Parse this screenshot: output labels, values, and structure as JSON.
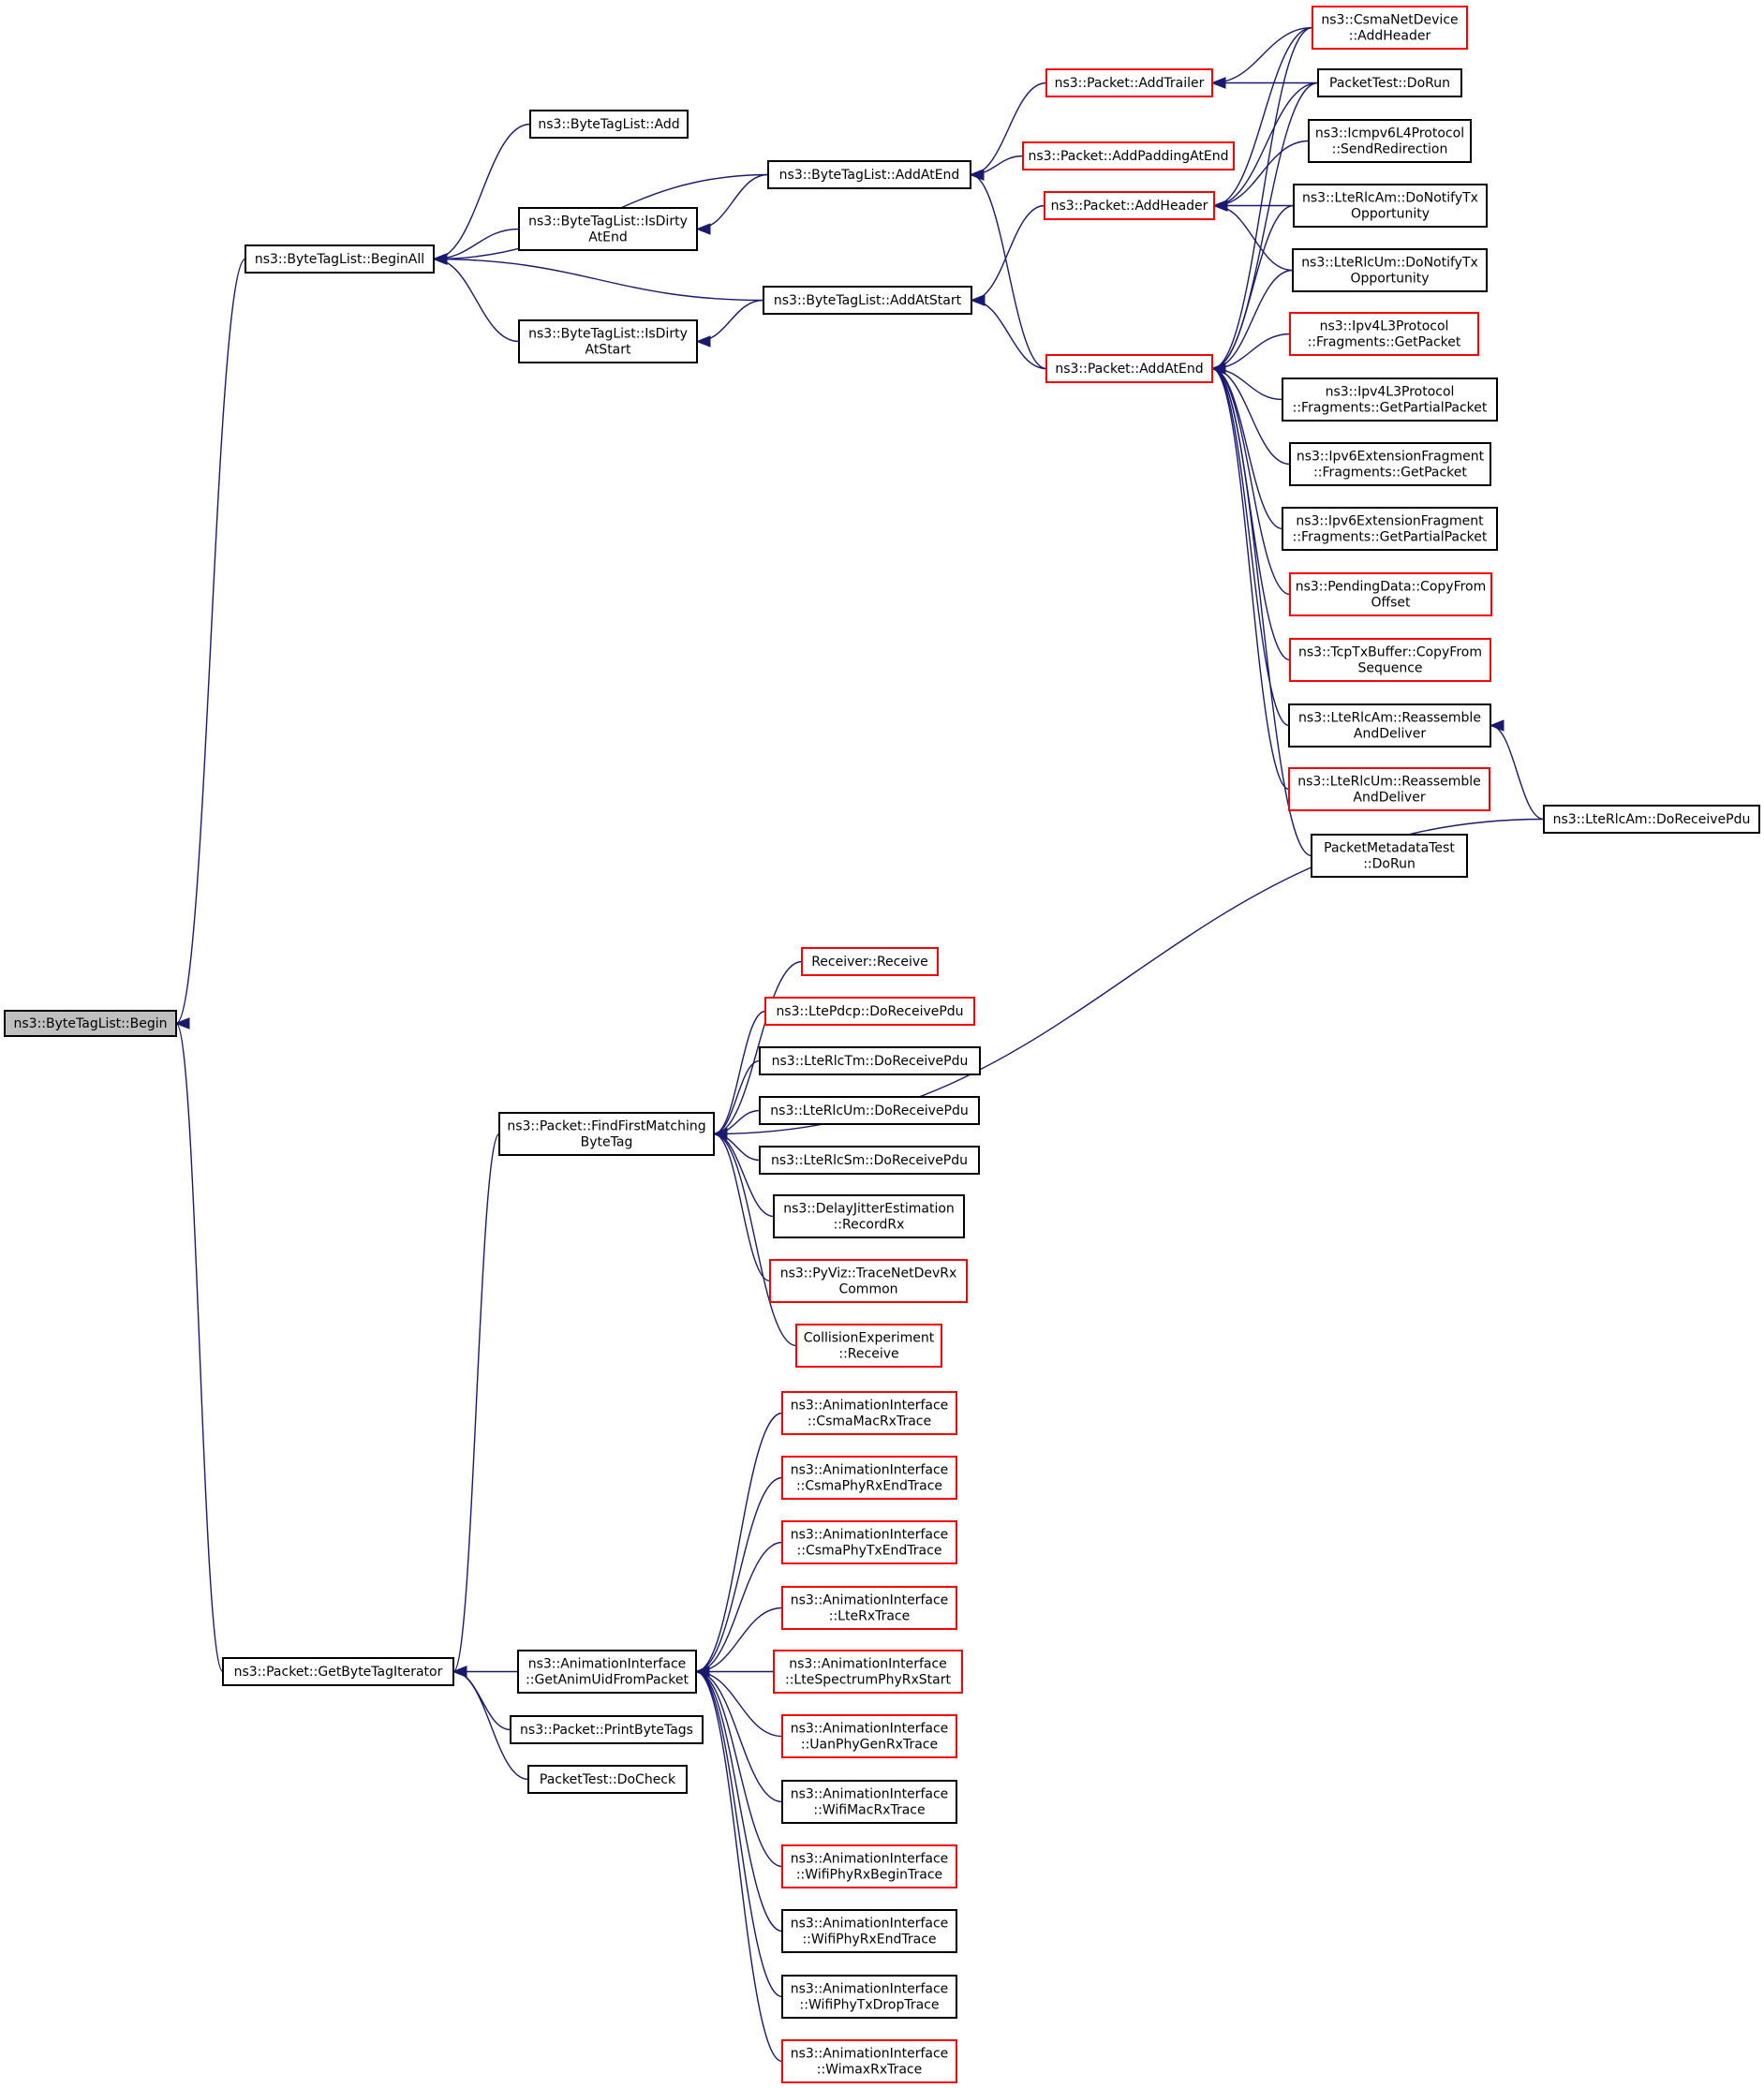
{
  "diagram": {
    "colors": {
      "edge": "#191970",
      "red_border": "#ff0000",
      "black_border": "#000000",
      "focus_fill": "#bfbfbf"
    },
    "nodes": [
      {
        "id": "begin",
        "lines": [
          "ns3::ByteTagList::Begin"
        ],
        "style": "focus"
      },
      {
        "id": "beginall",
        "lines": [
          "ns3::ByteTagList::BeginAll"
        ],
        "style": "black"
      },
      {
        "id": "add",
        "lines": [
          "ns3::ByteTagList::Add"
        ],
        "style": "black"
      },
      {
        "id": "dirtyend",
        "lines": [
          "ns3::ByteTagList::IsDirty",
          "AtEnd"
        ],
        "style": "black"
      },
      {
        "id": "dirtystart",
        "lines": [
          "ns3::ByteTagList::IsDirty",
          "AtStart"
        ],
        "style": "black"
      },
      {
        "id": "addatend",
        "lines": [
          "ns3::ByteTagList::AddAtEnd"
        ],
        "style": "black"
      },
      {
        "id": "addatstart",
        "lines": [
          "ns3::ByteTagList::AddAtStart"
        ],
        "style": "black"
      },
      {
        "id": "addtrailer",
        "lines": [
          "ns3::Packet::AddTrailer"
        ],
        "style": "red"
      },
      {
        "id": "addpadding",
        "lines": [
          "ns3::Packet::AddPaddingAtEnd"
        ],
        "style": "red"
      },
      {
        "id": "addheader",
        "lines": [
          "ns3::Packet::AddHeader"
        ],
        "style": "red"
      },
      {
        "id": "paddatend",
        "lines": [
          "ns3::Packet::AddAtEnd"
        ],
        "style": "red"
      },
      {
        "id": "csmaaddheader",
        "lines": [
          "ns3::CsmaNetDevice",
          "::AddHeader"
        ],
        "style": "red"
      },
      {
        "id": "packettestdorun",
        "lines": [
          "PacketTest::DoRun"
        ],
        "style": "black"
      },
      {
        "id": "icmpv6",
        "lines": [
          "ns3::Icmpv6L4Protocol",
          "::SendRedirection"
        ],
        "style": "black"
      },
      {
        "id": "rlcamnotify",
        "lines": [
          "ns3::LteRlcAm::DoNotifyTx",
          "Opportunity"
        ],
        "style": "black"
      },
      {
        "id": "rlcumnotify",
        "lines": [
          "ns3::LteRlcUm::DoNotifyTx",
          "Opportunity"
        ],
        "style": "black"
      },
      {
        "id": "ipv4getpacket",
        "lines": [
          "ns3::Ipv4L3Protocol",
          "::Fragments::GetPacket"
        ],
        "style": "red"
      },
      {
        "id": "ipv4getpartial",
        "lines": [
          "ns3::Ipv4L3Protocol",
          "::Fragments::GetPartialPacket"
        ],
        "style": "black"
      },
      {
        "id": "ipv6getpacket",
        "lines": [
          "ns3::Ipv6ExtensionFragment",
          "::Fragments::GetPacket"
        ],
        "style": "black"
      },
      {
        "id": "ipv6getpartial",
        "lines": [
          "ns3::Ipv6ExtensionFragment",
          "::Fragments::GetPartialPacket"
        ],
        "style": "black"
      },
      {
        "id": "pendingcopy",
        "lines": [
          "ns3::PendingData::CopyFrom",
          "Offset"
        ],
        "style": "red"
      },
      {
        "id": "tcpcopy",
        "lines": [
          "ns3::TcpTxBuffer::CopyFrom",
          "Sequence"
        ],
        "style": "red"
      },
      {
        "id": "rlcamreassemble",
        "lines": [
          "ns3::LteRlcAm::Reassemble",
          "AndDeliver"
        ],
        "style": "black"
      },
      {
        "id": "rlcumreassemble",
        "lines": [
          "ns3::LteRlcUm::Reassemble",
          "AndDeliver"
        ],
        "style": "red"
      },
      {
        "id": "pmtdorun",
        "lines": [
          "PacketMetadataTest",
          "::DoRun"
        ],
        "style": "black"
      },
      {
        "id": "rlcamreceive",
        "lines": [
          "ns3::LteRlcAm::DoReceivePdu"
        ],
        "style": "black"
      },
      {
        "id": "findfirst",
        "lines": [
          "ns3::Packet::FindFirstMatching",
          "ByteTag"
        ],
        "style": "black"
      },
      {
        "id": "receiver",
        "lines": [
          "Receiver::Receive"
        ],
        "style": "red"
      },
      {
        "id": "pdcp",
        "lines": [
          "ns3::LtePdcp::DoReceivePdu"
        ],
        "style": "red"
      },
      {
        "id": "rlctm",
        "lines": [
          "ns3::LteRlcTm::DoReceivePdu"
        ],
        "style": "black"
      },
      {
        "id": "rlcum",
        "lines": [
          "ns3::LteRlcUm::DoReceivePdu"
        ],
        "style": "black"
      },
      {
        "id": "rlcsm",
        "lines": [
          "ns3::LteRlcSm::DoReceivePdu"
        ],
        "style": "black"
      },
      {
        "id": "delayjitter",
        "lines": [
          "ns3::DelayJitterEstimation",
          "::RecordRx"
        ],
        "style": "black"
      },
      {
        "id": "pyviz",
        "lines": [
          "ns3::PyViz::TraceNetDevRx",
          "Common"
        ],
        "style": "red"
      },
      {
        "id": "collision",
        "lines": [
          "CollisionExperiment",
          "::Receive"
        ],
        "style": "red"
      },
      {
        "id": "getbytetagiter",
        "lines": [
          "ns3::Packet::GetByteTagIterator"
        ],
        "style": "black"
      },
      {
        "id": "getanimuid",
        "lines": [
          "ns3::AnimationInterface",
          "::GetAnimUidFromPacket"
        ],
        "style": "black"
      },
      {
        "id": "printbytetags",
        "lines": [
          "ns3::Packet::PrintByteTags"
        ],
        "style": "black"
      },
      {
        "id": "packettestdocheck",
        "lines": [
          "PacketTest::DoCheck"
        ],
        "style": "black"
      },
      {
        "id": "csmamacrx",
        "lines": [
          "ns3::AnimationInterface",
          "::CsmaMacRxTrace"
        ],
        "style": "red"
      },
      {
        "id": "csmaphyrxend",
        "lines": [
          "ns3::AnimationInterface",
          "::CsmaPhyRxEndTrace"
        ],
        "style": "red"
      },
      {
        "id": "csmaphytxend",
        "lines": [
          "ns3::AnimationInterface",
          "::CsmaPhyTxEndTrace"
        ],
        "style": "red"
      },
      {
        "id": "lterx",
        "lines": [
          "ns3::AnimationInterface",
          "::LteRxTrace"
        ],
        "style": "red"
      },
      {
        "id": "ltespectrum",
        "lines": [
          "ns3::AnimationInterface",
          "::LteSpectrumPhyRxStart"
        ],
        "style": "red"
      },
      {
        "id": "uanphy",
        "lines": [
          "ns3::AnimationInterface",
          "::UanPhyGenRxTrace"
        ],
        "style": "red"
      },
      {
        "id": "wifimacrx",
        "lines": [
          "ns3::AnimationInterface",
          "::WifiMacRxTrace"
        ],
        "style": "black"
      },
      {
        "id": "wifiphyrxbegin",
        "lines": [
          "ns3::AnimationInterface",
          "::WifiPhyRxBeginTrace"
        ],
        "style": "red"
      },
      {
        "id": "wifiphyrxend",
        "lines": [
          "ns3::AnimationInterface",
          "::WifiPhyRxEndTrace"
        ],
        "style": "black"
      },
      {
        "id": "wifiphytxdrop",
        "lines": [
          "ns3::AnimationInterface",
          "::WifiPhyTxDropTrace"
        ],
        "style": "black"
      },
      {
        "id": "wimaxrx",
        "lines": [
          "ns3::AnimationInterface",
          "::WimaxRxTrace"
        ],
        "style": "red"
      }
    ],
    "edges": [
      [
        "begin",
        "beginall"
      ],
      [
        "begin",
        "getbytetagiter"
      ],
      [
        "beginall",
        "add"
      ],
      [
        "beginall",
        "addatend"
      ],
      [
        "beginall",
        "dirtyend"
      ],
      [
        "beginall",
        "addatstart"
      ],
      [
        "beginall",
        "dirtystart"
      ],
      [
        "dirtyend",
        "addatend"
      ],
      [
        "dirtystart",
        "addatstart"
      ],
      [
        "addatend",
        "addtrailer"
      ],
      [
        "addatend",
        "addpadding"
      ],
      [
        "addatend",
        "paddatend"
      ],
      [
        "addatstart",
        "addheader"
      ],
      [
        "addatstart",
        "paddatend"
      ],
      [
        "addtrailer",
        "csmaaddheader"
      ],
      [
        "addtrailer",
        "packettestdorun"
      ],
      [
        "addheader",
        "csmaaddheader"
      ],
      [
        "addheader",
        "packettestdorun"
      ],
      [
        "addheader",
        "icmpv6"
      ],
      [
        "addheader",
        "rlcamnotify"
      ],
      [
        "addheader",
        "rlcumnotify"
      ],
      [
        "paddatend",
        "csmaaddheader"
      ],
      [
        "paddatend",
        "packettestdorun"
      ],
      [
        "paddatend",
        "rlcamnotify"
      ],
      [
        "paddatend",
        "rlcumnotify"
      ],
      [
        "paddatend",
        "ipv4getpacket"
      ],
      [
        "paddatend",
        "ipv4getpartial"
      ],
      [
        "paddatend",
        "ipv6getpacket"
      ],
      [
        "paddatend",
        "ipv6getpartial"
      ],
      [
        "paddatend",
        "pendingcopy"
      ],
      [
        "paddatend",
        "tcpcopy"
      ],
      [
        "paddatend",
        "rlcamreassemble"
      ],
      [
        "paddatend",
        "rlcumreassemble"
      ],
      [
        "paddatend",
        "pmtdorun"
      ],
      [
        "rlcamreassemble",
        "rlcamreceive"
      ],
      [
        "findfirst",
        "rlcamreceive"
      ],
      [
        "findfirst",
        "receiver"
      ],
      [
        "findfirst",
        "pdcp"
      ],
      [
        "findfirst",
        "rlctm"
      ],
      [
        "findfirst",
        "rlcum"
      ],
      [
        "findfirst",
        "rlcsm"
      ],
      [
        "findfirst",
        "delayjitter"
      ],
      [
        "findfirst",
        "pyviz"
      ],
      [
        "findfirst",
        "collision"
      ],
      [
        "getbytetagiter",
        "findfirst"
      ],
      [
        "getbytetagiter",
        "getanimuid"
      ],
      [
        "getbytetagiter",
        "printbytetags"
      ],
      [
        "getbytetagiter",
        "packettestdocheck"
      ],
      [
        "getanimuid",
        "csmamacrx"
      ],
      [
        "getanimuid",
        "csmaphyrxend"
      ],
      [
        "getanimuid",
        "csmaphytxend"
      ],
      [
        "getanimuid",
        "lterx"
      ],
      [
        "getanimuid",
        "ltespectrum"
      ],
      [
        "getanimuid",
        "uanphy"
      ],
      [
        "getanimuid",
        "wifimacrx"
      ],
      [
        "getanimuid",
        "wifiphyrxbegin"
      ],
      [
        "getanimuid",
        "wifiphyrxend"
      ],
      [
        "getanimuid",
        "wifiphytxdrop"
      ],
      [
        "getanimuid",
        "wimaxrx"
      ]
    ]
  }
}
